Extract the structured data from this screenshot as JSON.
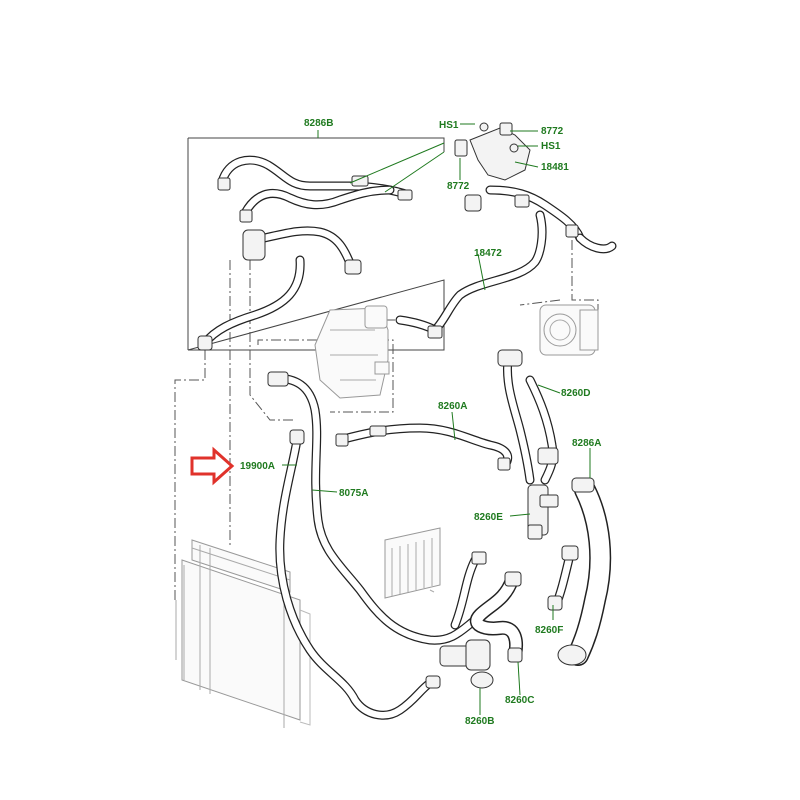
{
  "labels": {
    "p8286B": "8286B",
    "pHS1a": "HS1",
    "pHS1b": "HS1",
    "p8772a": "8772",
    "p8772b": "8772",
    "p18481": "18481",
    "p18472": "18472",
    "p8260A": "8260A",
    "p8260D": "8260D",
    "p19900A": "19900A",
    "p8075A": "8075A",
    "p8286A": "8286A",
    "p8260E": "8260E",
    "p8260F": "8260F",
    "p8260C": "8260C",
    "p8260B": "8260B"
  },
  "colors": {
    "label_green": "#1f7a1f",
    "arrow_red": "#e0322b",
    "line_dark": "#222222"
  },
  "highlight_arrow": "red-outline-arrow"
}
